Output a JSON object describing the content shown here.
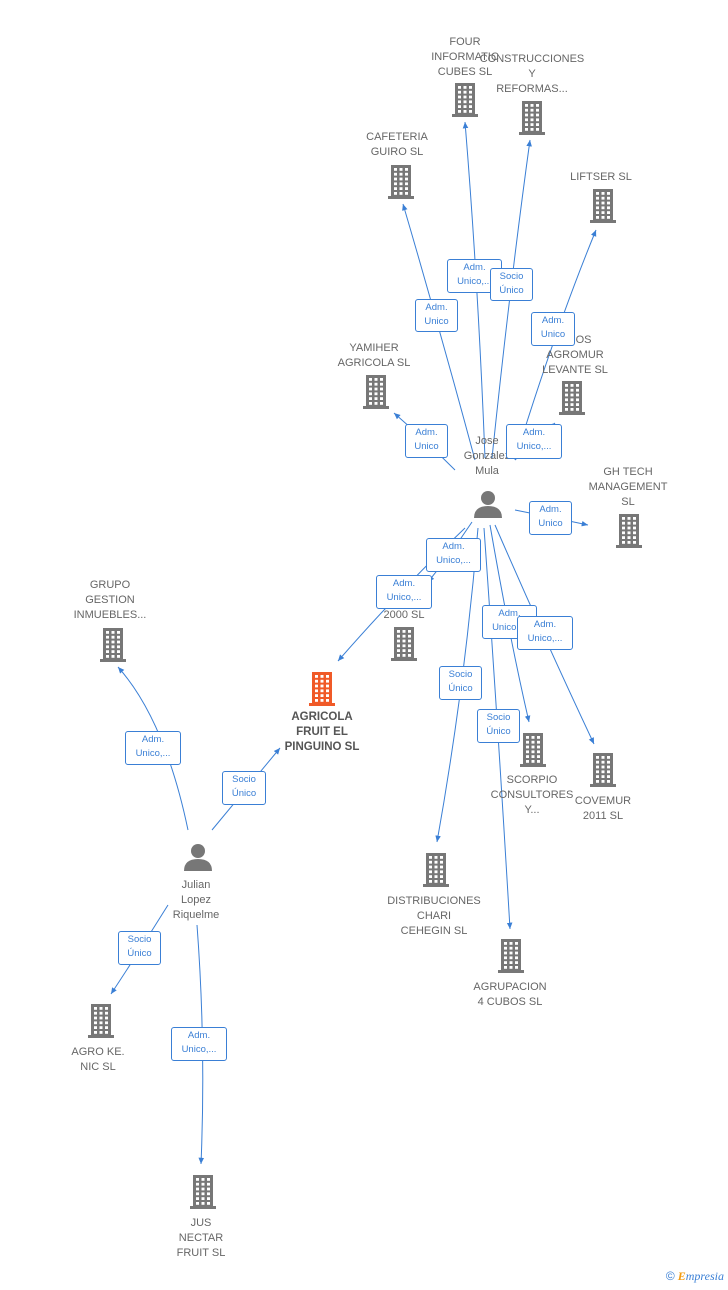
{
  "colors": {
    "edge": "#3a7fd5",
    "node": "#777777",
    "main_node": "#f05a28"
  },
  "nodes": [
    {
      "id": "four",
      "type": "company",
      "label": "FOUR\nINFORMATIC\nCUBES  SL"
    },
    {
      "id": "construcciones",
      "type": "company",
      "label": "CONSTRUCCIONES\nY\nREFORMAS..."
    },
    {
      "id": "cafeteria",
      "type": "company",
      "label": "CAFETERIA\nGUIRO  SL"
    },
    {
      "id": "liftser",
      "type": "company",
      "label": "LIFTSER  SL"
    },
    {
      "id": "yamiher",
      "type": "company",
      "label": "YAMIHER\nAGRICOLA  SL"
    },
    {
      "id": "agromur",
      "type": "company",
      "label": "...COS\nAGROMUR\nLEVANTE  SL"
    },
    {
      "id": "jose",
      "type": "person",
      "label": "Jose\nGonzalez\nMula"
    },
    {
      "id": "ghtech",
      "type": "company",
      "label": "GH TECH\nMANAGEMENT\nSL"
    },
    {
      "id": "grupo",
      "type": "company",
      "label": "GRUPO\nGESTION\nINMUEBLES..."
    },
    {
      "id": "g2000",
      "type": "company",
      "label": "G...\n2000  SL"
    },
    {
      "id": "agricola",
      "type": "company-main",
      "label": "AGRICOLA\nFRUIT EL\nPINGUINO  SL"
    },
    {
      "id": "scorpio",
      "type": "company",
      "label": "SCORPIO\nCONSULTORES\nY..."
    },
    {
      "id": "covemur",
      "type": "company",
      "label": "COVEMUR\n2011  SL"
    },
    {
      "id": "julian",
      "type": "person",
      "label": "Julian\nLopez\nRiquelme"
    },
    {
      "id": "distribuciones",
      "type": "company",
      "label": "DISTRIBUCIONES\nCHARI\nCEHEGIN  SL"
    },
    {
      "id": "agrupacion",
      "type": "company",
      "label": "AGRUPACION\n4 CUBOS  SL"
    },
    {
      "id": "agroke",
      "type": "company",
      "label": "AGRO KE.\nNIC  SL"
    },
    {
      "id": "jus",
      "type": "company",
      "label": "JUS\nNECTAR\nFRUIT  SL"
    }
  ],
  "edges": [
    {
      "from": "jose",
      "to": "four",
      "label": "Adm.\nUnico,..."
    },
    {
      "from": "jose",
      "to": "construcciones",
      "label": "Socio\nÚnico"
    },
    {
      "from": "jose",
      "to": "cafeteria",
      "label": "Adm.\nUnico"
    },
    {
      "from": "jose",
      "to": "liftser",
      "label": "Adm.\nUnico"
    },
    {
      "from": "jose",
      "to": "yamiher",
      "label": "Adm.\nUnico"
    },
    {
      "from": "jose",
      "to": "agromur",
      "label": "Adm.\nUnico,..."
    },
    {
      "from": "jose",
      "to": "ghtech",
      "label": "Adm.\nUnico"
    },
    {
      "from": "jose",
      "to": "g2000",
      "label": "Adm.\nUnico,..."
    },
    {
      "from": "jose",
      "to": "agricola",
      "label": "Adm.\nUnico,..."
    },
    {
      "from": "jose",
      "to": "scorpio",
      "label": "Adm.\nUnico,..."
    },
    {
      "from": "jose",
      "to": "covemur",
      "label": "Adm.\nUnico,..."
    },
    {
      "from": "jose",
      "to": "distribuciones",
      "label": "Socio\nÚnico"
    },
    {
      "from": "jose",
      "to": "agrupacion",
      "label": "Socio\nÚnico"
    },
    {
      "from": "julian",
      "to": "grupo",
      "label": "Adm.\nUnico,..."
    },
    {
      "from": "julian",
      "to": "agricola",
      "label": "Socio\nÚnico"
    },
    {
      "from": "julian",
      "to": "agroke",
      "label": "Socio\nÚnico"
    },
    {
      "from": "julian",
      "to": "jus",
      "label": "Adm.\nUnico,..."
    }
  ],
  "footer": {
    "copyright": "©",
    "brand_first": "E",
    "brand_rest": "mpresia"
  }
}
